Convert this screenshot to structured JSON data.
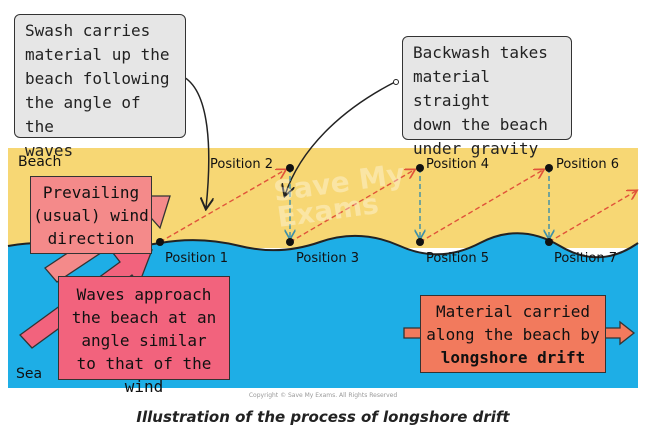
{
  "colors": {
    "beach": "#f7d774",
    "sea": "#1eaee6",
    "callout_bg": "#e6e6e6",
    "wind_box": "#f48a8a",
    "wave_box": "#f2637d",
    "drift_box": "#f27a5d",
    "swash_arrow": "#e0533a",
    "backwash_arrow": "#3d8fa8"
  },
  "zones": {
    "beach": "Beach",
    "sea": "Sea"
  },
  "callouts": {
    "swash": "Swash carries\nmaterial up the\nbeach following\nthe angle of the\nwaves",
    "backwash": "Backwash takes\nmaterial straight\ndown the beach\nunder gravity"
  },
  "boxes": {
    "wind": "Prevailing\n(usual) wind\ndirection",
    "waves": "Waves approach\nthe beach at an\nangle similar\nto that of the wind",
    "drift_line1": "Material carried",
    "drift_line2": "along the beach by",
    "drift_bold": "longshore drift"
  },
  "positions": [
    {
      "label": "Position 1"
    },
    {
      "label": "Position 2"
    },
    {
      "label": "Position 3"
    },
    {
      "label": "Position 4"
    },
    {
      "label": "Position 5"
    },
    {
      "label": "Position 6"
    },
    {
      "label": "Position 7"
    }
  ],
  "watermark": "Save My\nExams",
  "copyright": "Copyright © Save My Exams. All Rights Reserved",
  "caption": "Illustration of the process of longshore drift"
}
